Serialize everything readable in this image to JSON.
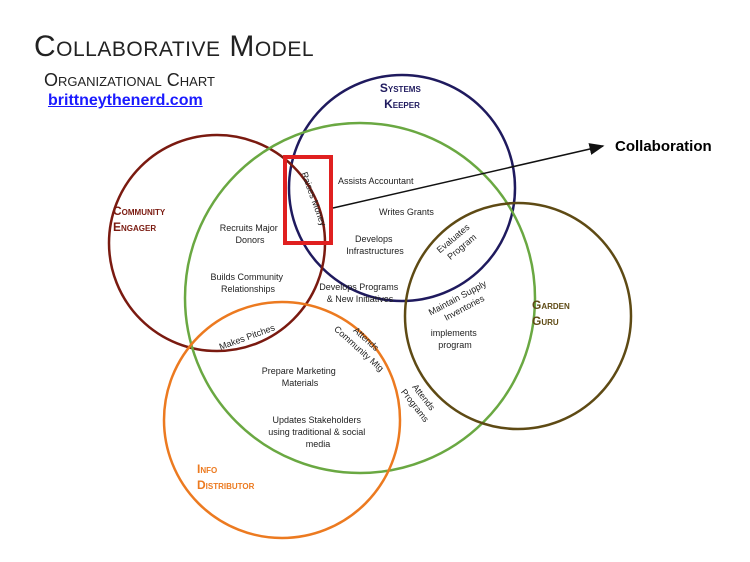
{
  "header": {
    "title": "Collaborative Model",
    "subtitle": "Organizational Chart",
    "link": "brittneythenerd.com"
  },
  "colors": {
    "systems": "#1f1a5e",
    "community": "#7a1a10",
    "center": "#6aa842",
    "garden": "#5e4a14",
    "info": "#ec7a20",
    "highlight": "#e02020"
  },
  "roles": {
    "systems": [
      "Systems",
      "Keeper"
    ],
    "community": [
      "Community",
      "Engager"
    ],
    "garden": [
      "Garden",
      "Guru"
    ],
    "info": [
      "Info",
      "Distributor"
    ]
  },
  "callout": "Collaboration",
  "labels": {
    "raises_money": "Raises Money",
    "assists_accountant": "Assists  Accountant",
    "writes_grants": "Writes Grants",
    "develops_infra": [
      "Develops",
      "Infrastructures"
    ],
    "evaluates": [
      "Evaluates",
      "Program"
    ],
    "recruits": [
      "Recruits Major",
      "Donors"
    ],
    "builds": [
      "Builds Community",
      "Relationships"
    ],
    "develops_programs": [
      "Develops Programs",
      "& New Initiatives"
    ],
    "maintain": [
      "Maintain Supply",
      "Inventories"
    ],
    "implements": [
      "implements",
      "program"
    ],
    "makes_pitches": "Makes Pitches",
    "attends_mtg": [
      "Attends",
      "Community Mtg"
    ],
    "prepare": [
      "Prepare Marketing",
      "Materials"
    ],
    "updates": [
      "Updates Stakeholders",
      "using traditional & social",
      "media"
    ],
    "attends_programs": [
      "Attends",
      "Programs"
    ]
  }
}
